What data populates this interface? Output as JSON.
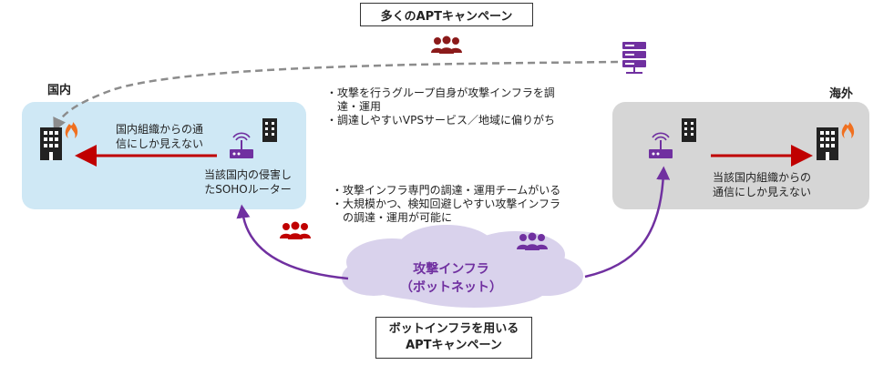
{
  "top_title": "多くのAPTキャンペーン",
  "bottom_title_line1": "ボットインフラを用いる",
  "bottom_title_line2": "APTキャンペーン",
  "domestic": {
    "label": "国内",
    "victim_text_line1": "国内組織からの通",
    "victim_text_line2": "信にしか見えない",
    "router_text_line1": "当該国内の侵害し",
    "router_text_line2": "たSOHOルーター"
  },
  "overseas": {
    "label": "海外",
    "text_line1": "当該国内組織からの",
    "text_line2": "通信にしか見えない"
  },
  "notes_top": [
    "・攻撃を行うグループ自身が攻撃インフラを調",
    "　達・運用",
    "・調達しやすいVPSサービス／地域に偏りがち"
  ],
  "notes_bottom": [
    "・攻撃インフラ専門の調達・運用チームがいる",
    "・大規模かつ、検知回避しやすい攻撃インフラ",
    "　の調達・運用が可能に"
  ],
  "cloud": {
    "line1": "攻撃インフラ",
    "line2": "（ボットネット）"
  },
  "colors": {
    "domestic_bg": "#cfe8f5",
    "overseas_bg": "#d6d6d6",
    "arrow_red": "#c00000",
    "purple": "#7030a0",
    "dashed_gray": "#8c8c8c",
    "group_red": "#c00000",
    "group_brown": "#8b1a1a",
    "cloud_fill": "#d9d2ec"
  },
  "icons": [
    "users-icon",
    "server-icon",
    "building-icon",
    "fire-icon",
    "router-icon"
  ]
}
